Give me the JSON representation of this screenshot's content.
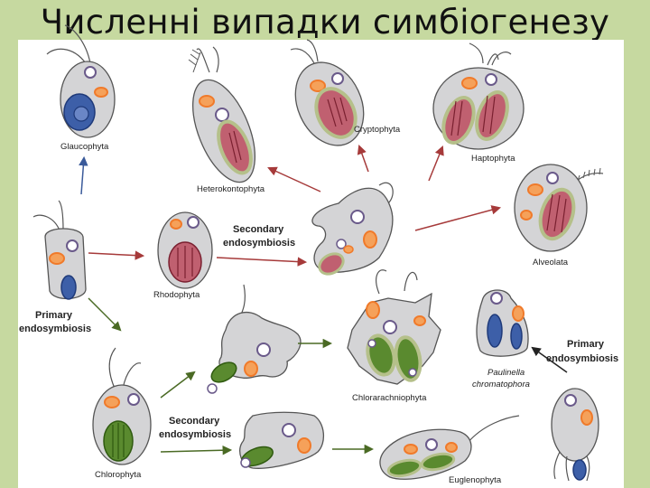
{
  "title": "Численні випадки симбіогенезу",
  "labels": {
    "glaucophyta": "Glaucophyta",
    "heterokontophyta": "Heterokontophyta",
    "cryptophyta": "Cryptophyta",
    "haptophyta": "Haptophyta",
    "alveolata": "Alveolata",
    "rhodophyta": "Rhodophyta",
    "chlorarachniophyta": "Chlorarachniophyta",
    "chlorophyta": "Chlorophyta",
    "euglenophyta": "Euglenophyta",
    "paulinella_1": "Paulinella",
    "paulinella_2": "chromatophora"
  },
  "processes": {
    "secondary_top_1": "Secondary",
    "secondary_top_2": "endosymbiosis",
    "primary_left_1": "Primary",
    "primary_left_2": "endosymbiosis",
    "secondary_bottom_1": "Secondary",
    "secondary_bottom_2": "endosymbiosis",
    "primary_right_1": "Primary",
    "primary_right_2": "endosymbiosis"
  },
  "colors": {
    "background": "#c6d9a0",
    "cell_fill": "#d4d4d6",
    "red_plastid": "#b04a55",
    "green_plastid": "#5a8a2f",
    "blue_plastid": "#3d5fa8",
    "mitochondria": "#f07a2a",
    "arrow_red": "#a63a3a",
    "arrow_green": "#4a6a24",
    "arrow_blue": "#3a5a9a",
    "arrow_black": "#222222"
  }
}
